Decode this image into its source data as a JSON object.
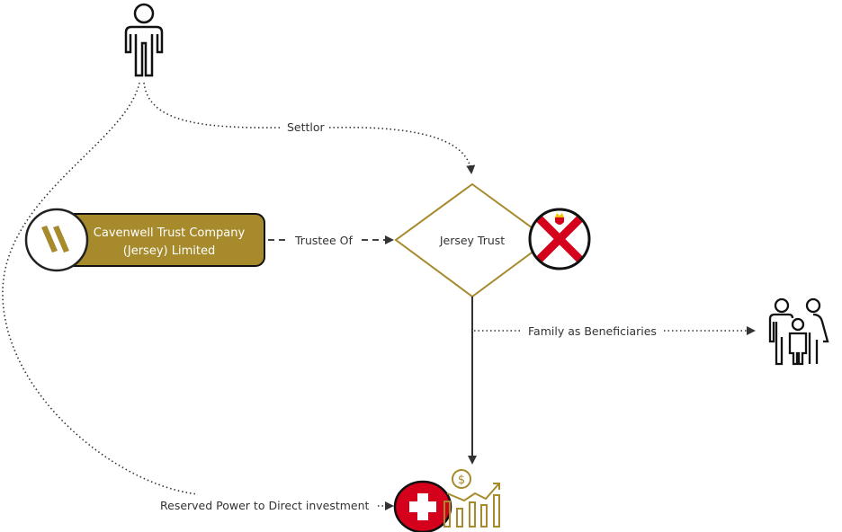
{
  "nodes": {
    "company_line1": "Cavenwell Trust Company",
    "company_line2": "(Jersey) Limited",
    "trust": "Jersey Trust"
  },
  "edges": {
    "settlor": "Settlor",
    "trustee_of": "Trustee Of",
    "family": "Family as Beneficiaries",
    "reserved_power": "Reserved Power to Direct investment"
  },
  "icons": {
    "settlor": "person-icon",
    "company_logo": "cavenwell-logo-icon",
    "jersey_flag": "jersey-flag-icon",
    "family": "family-icon",
    "swiss_flag": "swiss-flag-icon",
    "investment": "investment-growth-icon"
  },
  "colors": {
    "gold": "#a68a2c",
    "red": "#d5001c",
    "line": "#333333"
  }
}
